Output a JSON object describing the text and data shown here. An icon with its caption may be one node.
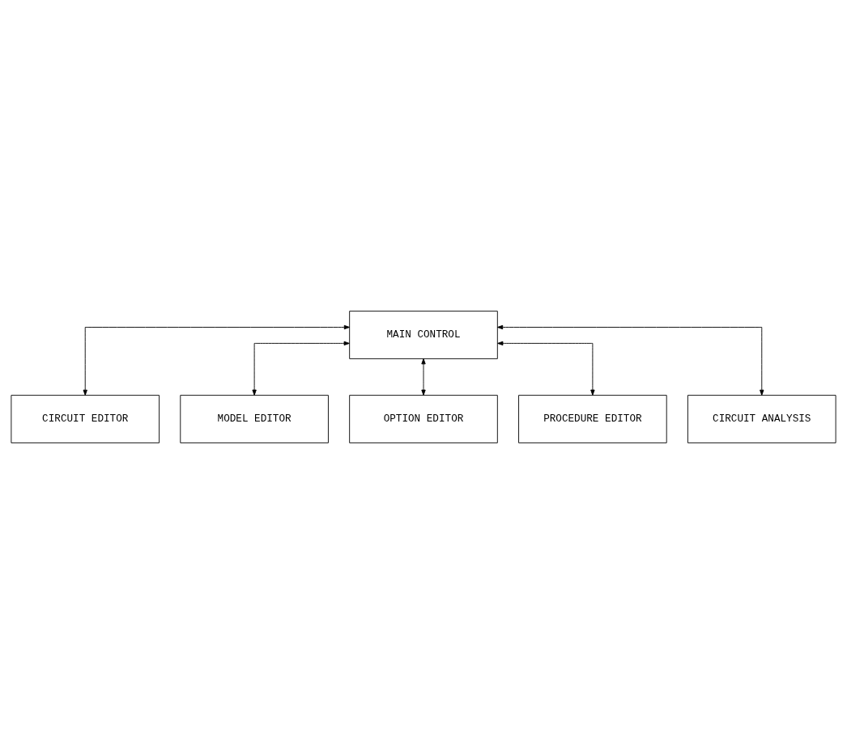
{
  "diagram": {
    "nodes": [
      {
        "text": [
          "MAIN CONTROL"
        ]
      },
      {
        "text": [
          "CIRCUIT EDITOR"
        ]
      },
      {
        "text": [
          "MODEL EDITOR"
        ]
      },
      {
        "text": [
          "OPTION EDITOR"
        ]
      },
      {
        "text": [
          "PROCEDURE EDITOR"
        ]
      },
      {
        "text": [
          "CIRCUIT ANALYSIS"
        ]
      }
    ],
    "edges": [
      {
        "from": 0,
        "to": 1,
        "arrow": "both"
      },
      {
        "from": 0,
        "to": 2,
        "arrow": "both"
      },
      {
        "from": 0,
        "to": 5,
        "arrow": "both"
      },
      {
        "from": 0,
        "to": 3,
        "arrow": "both"
      },
      {
        "from": 0,
        "to": 4,
        "arrow": "both"
      }
    ]
  }
}
